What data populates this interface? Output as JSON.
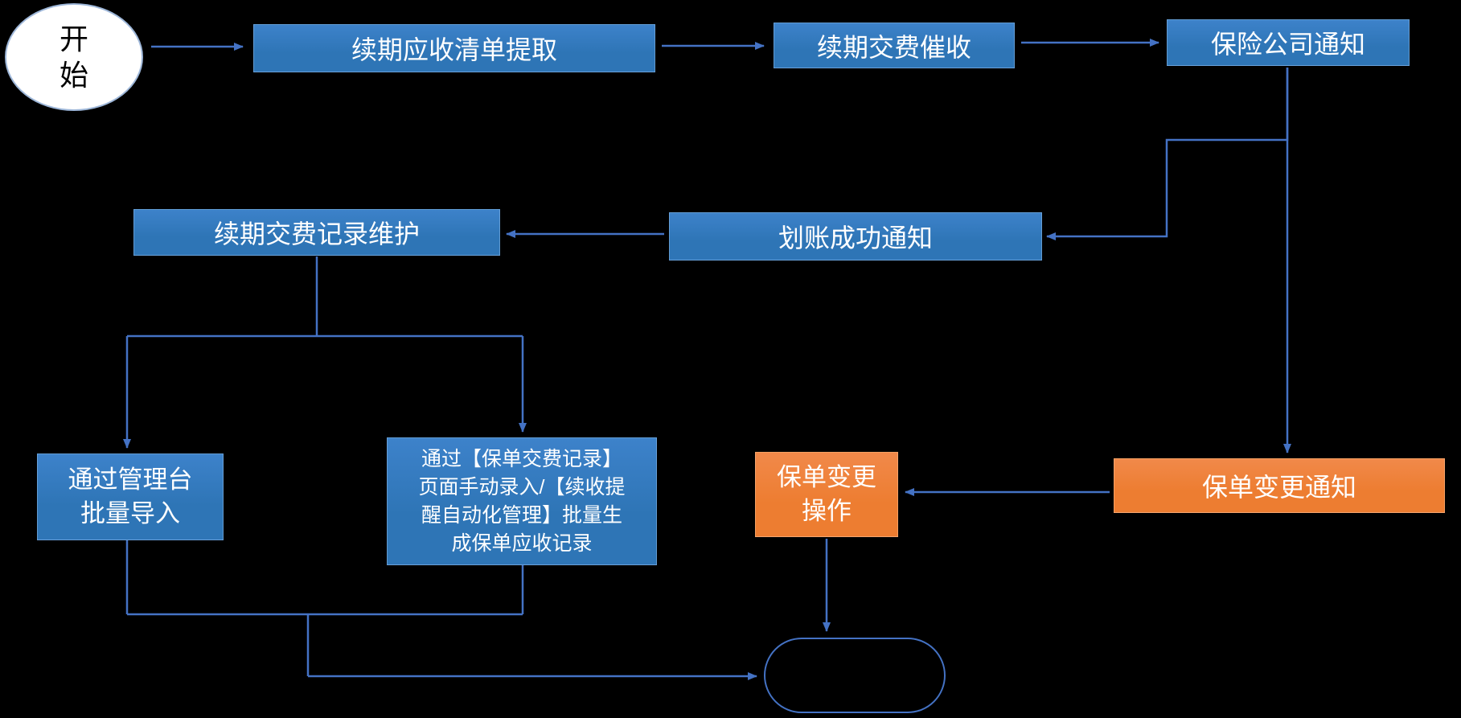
{
  "diagram": {
    "colors": {
      "blue": "#2E75B6",
      "orange": "#ED7D31",
      "arrow": "#4472C4",
      "background": "#000000",
      "start_fill": "#FFFFFF",
      "start_text": "#000000"
    },
    "nodes": {
      "start": {
        "label": "开\n始",
        "type": "start-ellipse"
      },
      "extract": {
        "label": "续期应收清单提取",
        "type": "process"
      },
      "collect": {
        "label": "续期交费催收",
        "type": "process"
      },
      "insurer_notify": {
        "label": "保险公司通知",
        "type": "process"
      },
      "debit_success": {
        "label": "划账成功通知",
        "type": "process"
      },
      "record_maintain": {
        "label": "续期交费记录维护",
        "type": "process"
      },
      "console_import": {
        "label": "通过管理台\n批量导入",
        "type": "process"
      },
      "manual_entry": {
        "label": "通过【保单交费记录】\n页面手动录入/【续收提\n醒自动化管理】批量生\n成保单应收记录",
        "type": "process"
      },
      "policy_change_op": {
        "label": "保单变更\n操作",
        "type": "process-orange"
      },
      "policy_change_notify": {
        "label": "保单变更通知",
        "type": "process-orange"
      },
      "end": {
        "label": "",
        "type": "end-stadium"
      }
    },
    "edges": [
      {
        "from": "start",
        "to": "extract"
      },
      {
        "from": "extract",
        "to": "collect"
      },
      {
        "from": "collect",
        "to": "insurer_notify"
      },
      {
        "from": "insurer_notify",
        "to": "debit_success"
      },
      {
        "from": "insurer_notify",
        "to": "policy_change_notify"
      },
      {
        "from": "debit_success",
        "to": "record_maintain"
      },
      {
        "from": "record_maintain",
        "to": "console_import"
      },
      {
        "from": "record_maintain",
        "to": "manual_entry"
      },
      {
        "from": "policy_change_notify",
        "to": "policy_change_op"
      },
      {
        "from": "policy_change_op",
        "to": "end"
      },
      {
        "from": "console_import",
        "to": "end"
      },
      {
        "from": "manual_entry",
        "to": "end"
      }
    ]
  }
}
